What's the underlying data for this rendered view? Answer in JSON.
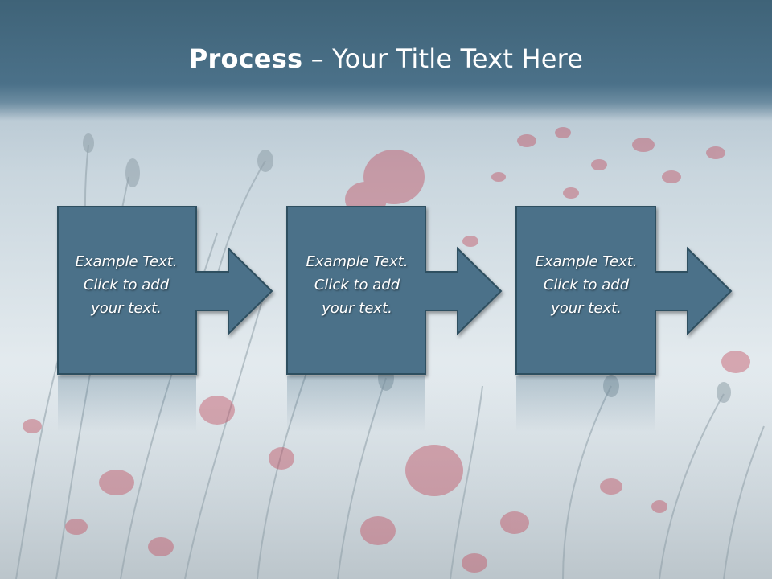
{
  "slide": {
    "title_bold": "Process",
    "title_rest": " – Your Title Text Here",
    "steps": [
      {
        "lines": [
          "Example Text.",
          "Click  to add",
          "your text."
        ]
      },
      {
        "lines": [
          "Example Text.",
          "Click  to add",
          "your text."
        ]
      },
      {
        "lines": [
          "Example Text.",
          "Click  to add",
          "your text."
        ]
      }
    ]
  },
  "colors": {
    "title_band": "#436a80",
    "box_fill": "#4b7189",
    "box_border": "#2f4f60",
    "title_text": "#ffffff",
    "poppy": "#c0485a"
  }
}
